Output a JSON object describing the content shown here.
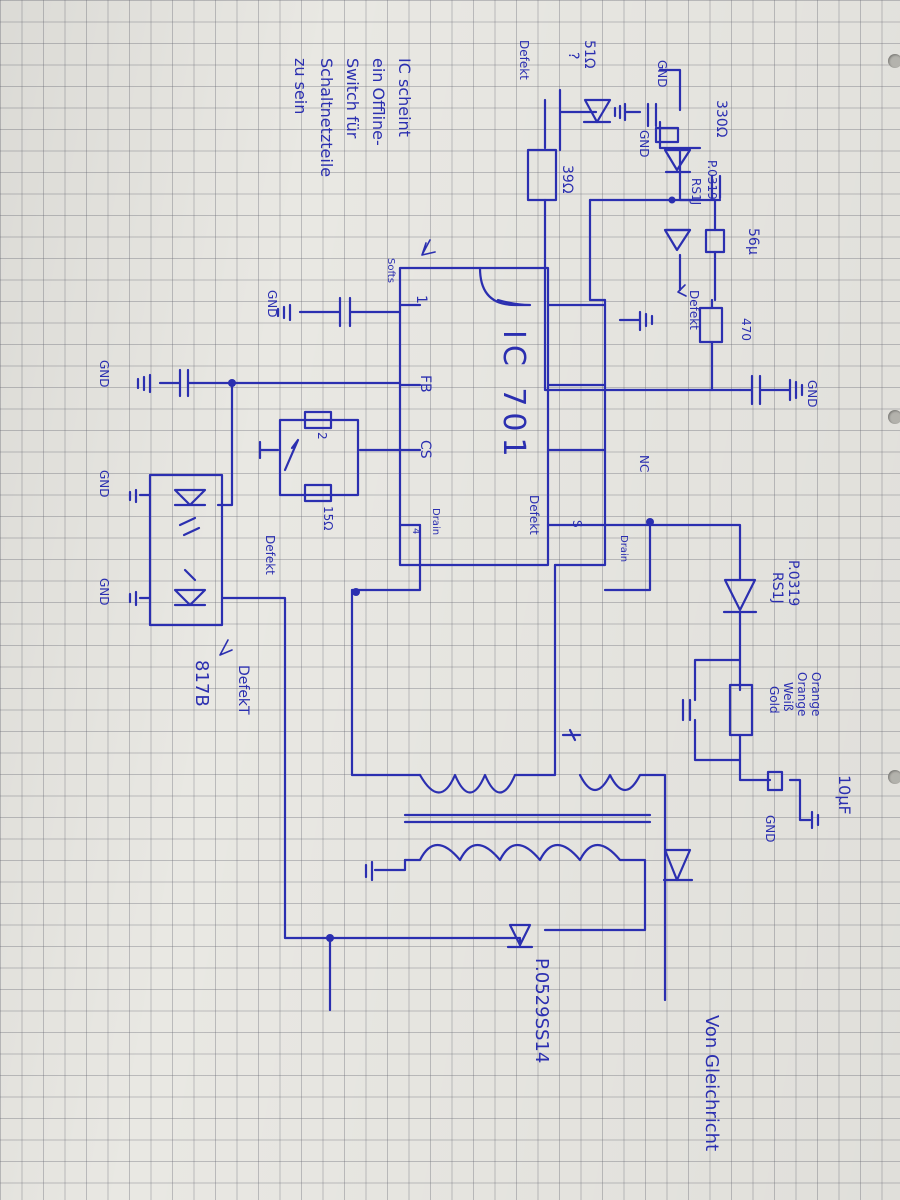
{
  "note": {
    "line1": "IC scheint",
    "line2": "ein Offline-",
    "line3": "Switch für",
    "line4": "Schaltnetzteile",
    "line5": "zu sein"
  },
  "ic": {
    "name": "IC 701"
  },
  "pins": {
    "p1_num": "1",
    "p1_name": "Softs",
    "fb": "FB",
    "cs": "CS",
    "drain_left": "Drain",
    "p4_num": "4",
    "s_label": "S",
    "drain_right": "Drain",
    "nc": "NC"
  },
  "components": {
    "r_51": "51Ω",
    "unknown": "?",
    "r_330": "330Ω",
    "diode_top": "P.0319",
    "diode_top_sub": "RS1J",
    "r_39": "39Ω",
    "cap_56": "56μ",
    "r_470": "470",
    "r_2": "2",
    "r_15": "15Ω",
    "diode_right": "P.0319",
    "diode_right_sub": "RS1J",
    "res_bands_1": "Orange",
    "res_bands_2": "Orange",
    "res_bands_3": "Weiß",
    "res_bands_4": "Gold",
    "cap_10": "10μF",
    "diode_out": "P.0529SS14",
    "opto": "817B"
  },
  "gnd": {
    "label": "GND"
  },
  "defect": {
    "label_a": "Defekt",
    "label_b": "Defekt",
    "label_c": "Defekt",
    "label_d": "Defekt",
    "label_e": "DefekT"
  },
  "source": {
    "label": "Von Gleichricht"
  },
  "colors": {
    "ink": "#2b2fb0",
    "paper": "#e9e8e3",
    "grid": "#6e6e78"
  }
}
